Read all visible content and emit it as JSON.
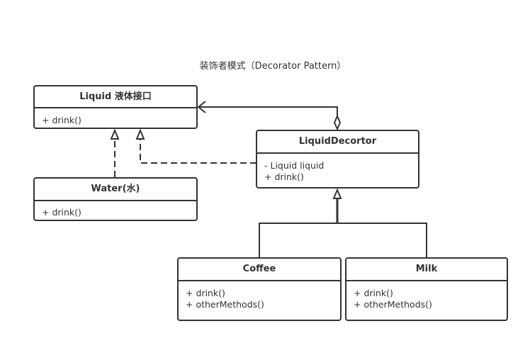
{
  "title": "装饰者模式（Decorator Pattern）",
  "classes": {
    "liquid": {
      "name": "Liquid 液体接口",
      "members": [
        "+ drink()"
      ]
    },
    "water": {
      "name": "Water(水)",
      "members": [
        "+ drink()"
      ]
    },
    "decorator": {
      "name": "LiquidDecortor",
      "members": [
        "- Liquid liquid",
        "+ drink()"
      ]
    },
    "coffee": {
      "name": "Coffee",
      "members": [
        "+ drink()",
        "+ otherMethods()"
      ]
    },
    "milk": {
      "name": "Milk",
      "members": [
        "+ drink()",
        "+ otherMethods()"
      ]
    }
  },
  "colors": {
    "line": "#333333",
    "background": "#ffffff"
  }
}
